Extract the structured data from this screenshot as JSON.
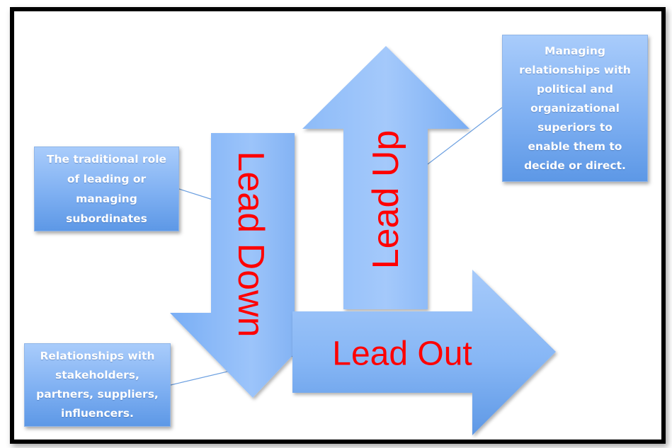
{
  "diagram": {
    "arrows": {
      "lead_down": "Lead Down",
      "lead_up": "Lead Up",
      "lead_out": "Lead Out"
    },
    "callouts": {
      "down": "The traditional role\nof leading or\nmanaging\nsubordinates",
      "up": "Managing\nrelationships with\npolitical and\norganizational\nsuperiors to\nenable them to\ndecide or direct.",
      "out": "Relationships with\nstakeholders,\npartners, suppliers,\ninfluencers."
    },
    "colors": {
      "arrow_fill_light": "#a9ccfb",
      "arrow_fill_dark": "#5a95e4",
      "arrow_label": "#ff0000",
      "callout_text": "#ffffff",
      "frame_border": "#000000"
    }
  }
}
